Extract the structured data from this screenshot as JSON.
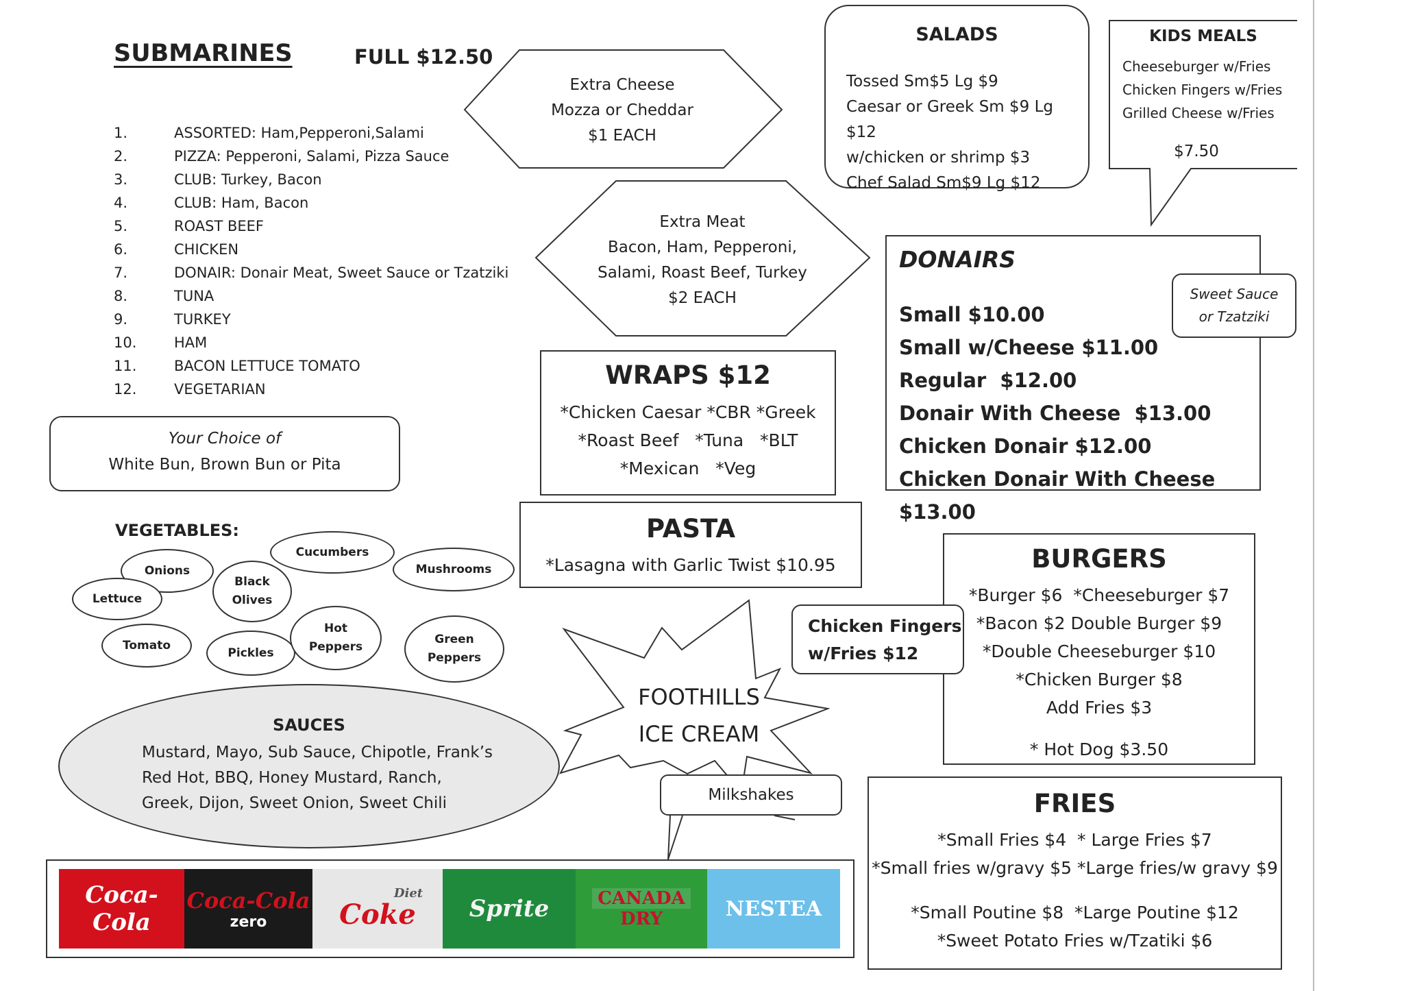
{
  "submarines": {
    "title": "SUBMARINES",
    "price": "FULL $12.50",
    "items": [
      {
        "num": "1.",
        "name": "ASSORTED: Ham,Pepperoni,Salami"
      },
      {
        "num": "2.",
        "name": "PIZZA: Pepperoni, Salami, Pizza Sauce"
      },
      {
        "num": "3.",
        "name": "CLUB: Turkey, Bacon"
      },
      {
        "num": "4.",
        "name": "CLUB: Ham, Bacon"
      },
      {
        "num": "5.",
        "name": "ROAST BEEF"
      },
      {
        "num": "6.",
        "name": "CHICKEN"
      },
      {
        "num": "7.",
        "name": "DONAIR: Donair Meat, Sweet Sauce or Tzatziki"
      },
      {
        "num": "8.",
        "name": "TUNA"
      },
      {
        "num": "9.",
        "name": "TURKEY"
      },
      {
        "num": "10.",
        "name": "HAM"
      },
      {
        "num": "11.",
        "name": "BACON LETTUCE TOMATO"
      },
      {
        "num": "12.",
        "name": "VEGETARIAN"
      }
    ]
  },
  "bun_choice": {
    "line1": "Your Choice of",
    "line2": "White Bun, Brown Bun or Pita"
  },
  "vegetables": {
    "label": "VEGETABLES:",
    "onions": "Onions",
    "lettuce": "Lettuce",
    "black_olives_1": "Black",
    "black_olives_2": "Olives",
    "cucumbers": "Cucumbers",
    "mushrooms": "Mushrooms",
    "tomato": "Tomato",
    "pickles": "Pickles",
    "hot_peppers_1": "Hot",
    "hot_peppers_2": "Peppers",
    "green_peppers_1": "Green",
    "green_peppers_2": "Peppers"
  },
  "sauces": {
    "title": "SAUCES",
    "line1": "Mustard, Mayo, Sub Sauce, Chipotle, Frank’s",
    "line2": "Red Hot, BBQ, Honey Mustard, Ranch,",
    "line3": "Greek, Dijon, Sweet Onion, Sweet Chili"
  },
  "extra_cheese": {
    "line1": "Extra Cheese",
    "line2": "Mozza or Cheddar",
    "line3": "$1 EACH"
  },
  "extra_meat": {
    "line1": "Extra Meat",
    "line2": "Bacon, Ham, Pepperoni,",
    "line3": "Salami, Roast Beef, Turkey",
    "line4": "$2 EACH"
  },
  "wraps": {
    "title": "WRAPS $12",
    "line1": "*Chicken Caesar *CBR *Greek",
    "line2": "*Roast Beef   *Tuna   *BLT",
    "line3": "*Mexican   *Veg"
  },
  "pasta": {
    "title": "PASTA",
    "item": "*Lasagna with Garlic Twist $10.95"
  },
  "salads": {
    "title": "SALADS",
    "items": [
      "Tossed Sm$5 Lg $9",
      "Caesar or Greek Sm $9 Lg $12",
      "w/chicken or shrimp $3",
      "Chef Salad Sm$9 Lg $12"
    ]
  },
  "kids_meals": {
    "title": "KIDS MEALS",
    "items": [
      "Cheeseburger w/Fries",
      "Chicken Fingers w/Fries",
      "Grilled Cheese w/Fries"
    ],
    "price": "$7.50"
  },
  "donairs": {
    "title": "DONAIRS",
    "items": [
      "Small $10.00",
      "Small w/Cheese $11.00",
      "Regular  $12.00",
      "Donair With Cheese  $13.00",
      "Chicken Donair $12.00",
      "Chicken Donair With Cheese $13.00"
    ],
    "sauce_note_1": "Sweet Sauce",
    "sauce_note_2": "or Tzatziki"
  },
  "burgers": {
    "title": "BURGERS",
    "items": [
      "*Burger $6  *Cheeseburger $7",
      "*Bacon $2 Double Burger $9",
      "*Double Cheeseburger $10",
      "*Chicken Burger $8",
      "Add Fries $3"
    ],
    "hot_dog": "* Hot Dog $3.50"
  },
  "chicken_fingers": {
    "line1": "Chicken Fingers",
    "line2": "w/Fries $12"
  },
  "ice_cream": {
    "line1": "FOOTHILLS",
    "line2": "ICE CREAM",
    "milkshakes": "Milkshakes"
  },
  "fries": {
    "title": "FRIES",
    "line1": "*Small Fries $4  * Large Fries $7",
    "line2": "*Small fries w/gravy $5 *Large fries/w gravy $9",
    "line3": "*Small Poutine $8  *Large Poutine $12",
    "line4": "*Sweet Potato Fries w/Tzatiki $6"
  },
  "drinks": {
    "coca_cola": "Coca-Cola",
    "coke_zero_1": "Coca-Cola",
    "coke_zero_2": "zero",
    "diet_coke_1": "Diet",
    "diet_coke_2": "Coke",
    "sprite": "Sprite",
    "canada_dry_1": "CANADA",
    "canada_dry_2": "DRY",
    "nestea": "NESTEA"
  },
  "colors": {
    "coke_red": "#d2111c",
    "zero_black": "#1a1a1a",
    "sprite_green": "#1f8a3c",
    "canada_green": "#2f9c3a",
    "nestea_blue": "#6cc0ea",
    "sauce_fill": "#e9e9e9"
  }
}
